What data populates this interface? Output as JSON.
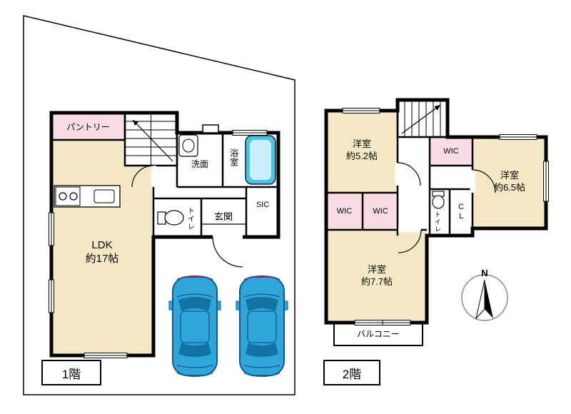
{
  "floor1": {
    "floor_label": "1階",
    "rooms": {
      "pantry": "パントリー",
      "washroom": "洗面",
      "bathroom": "浴室",
      "ldk": "LDK\n約17帖",
      "toilet": "トイレ",
      "entrance": "玄関",
      "shoe_closet": "SIC"
    }
  },
  "floor2": {
    "floor_label": "2階",
    "rooms": {
      "bedroom_small": "洋室\n約5.2帖",
      "wic_top": "WIC",
      "bedroom_mid": "洋室\n約6.5帖",
      "wic_left": "WIC",
      "wic_center": "WIC",
      "toilet": "トイレ",
      "closet": "CL",
      "bedroom_large": "洋室\n約7.7帖",
      "balcony": "バルコニー"
    }
  },
  "compass": {
    "north_label": "N"
  },
  "colors": {
    "wall": "#000000",
    "room_fill": "#f5e8c4",
    "closet_fill": "#fadce8",
    "bathtub_fill": "#49c4e7",
    "car_body": "#2fa5da",
    "car_trim": "#0c5c92",
    "car_accent": "#c0392b",
    "property_line": "#000000"
  }
}
